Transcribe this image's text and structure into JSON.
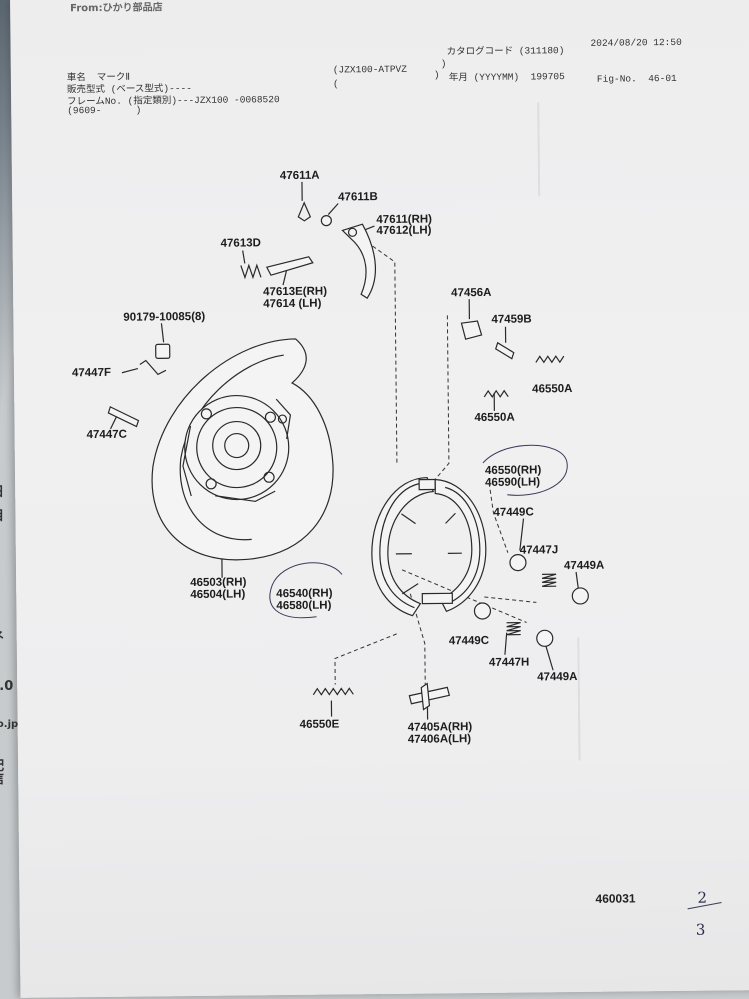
{
  "header": {
    "fax_from": "From:ひかり部品店",
    "car_name_label": "車名",
    "car_name": "マークⅡ",
    "sales_model_label": "販売型式 (ベース型式)----",
    "model_code_open": "(JZX100-ATPVZ",
    "model_code_close": ")",
    "model_paren": "(",
    "model_paren_close": ")",
    "catalog_code": "カタログコード (311180)",
    "datetime": "2024/08/20 12:50",
    "year_month": "年月 (YYYYMM)  199705",
    "frame_no": "フレームNo. (指定類別)---JZX100 -0068520",
    "fig_no": "Fig-No.  46-01",
    "period": "(9609-      )"
  },
  "parts": {
    "p47611A": "47611A",
    "p47611B": "47611B",
    "p47611RH": "47611(RH)",
    "p47612LH": "47612(LH)",
    "p47613D": "47613D",
    "p47613E": "47613E(RH)",
    "p47614": "47614 (LH)",
    "p90179": "90179-10085(8)",
    "p47456A": "47456A",
    "p47459B": "47459B",
    "p47447F": "47447F",
    "p46550A_1": "46550A",
    "p46550A_2": "46550A",
    "p47447C": "47447C",
    "p46550RH": "46550(RH)",
    "p46590LH": "46590(LH)",
    "p47449C_1": "47449C",
    "p47447J": "47447J",
    "p47449A_1": "47449A",
    "p46503": "46503(RH)",
    "p46504": "46504(LH)",
    "p46540": "46540(RH)",
    "p46580": "46580(LH)",
    "p47449C_2": "47449C",
    "p47447H": "47447H",
    "p47449A_2": "47449A",
    "p46550E": "46550E",
    "p47405A": "47405A(RH)",
    "p47406A": "47406A(LH)"
  },
  "footer": {
    "catalog_number": "460031",
    "page_numerator": "2",
    "page_denominator": "3"
  },
  "edge_fragments": [
    "ネ",
    "L.0",
    "co.jp",
    "日",
    "目",
    "配信"
  ]
}
